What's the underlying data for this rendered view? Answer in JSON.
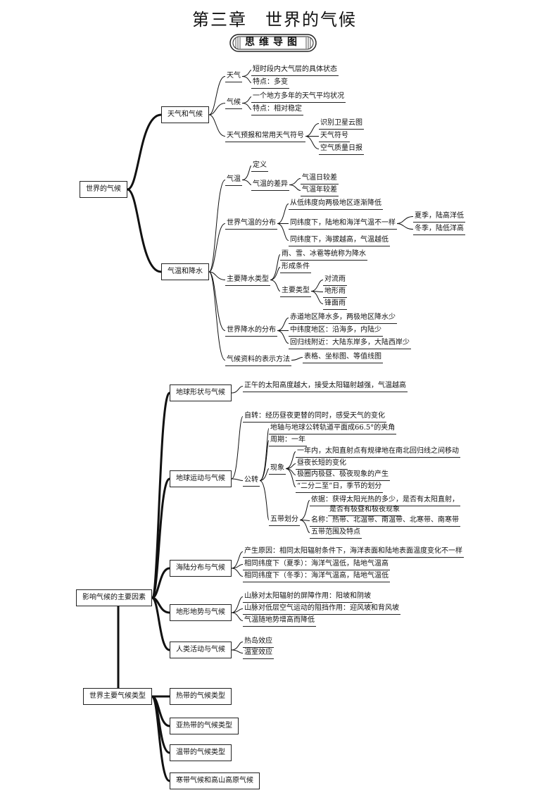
{
  "title": "第三章　世界的气候",
  "banner": "思维导图",
  "nodes": [
    {
      "id": "root1",
      "text": "世界的气候",
      "boxed": true
    },
    {
      "id": "weather_climate",
      "text": "天气和气候",
      "boxed": true
    },
    {
      "id": "weather",
      "text": "天气"
    },
    {
      "id": "weather_def",
      "text": "短时段内大气层的具体状态"
    },
    {
      "id": "weather_feat",
      "text": "特点：多变"
    },
    {
      "id": "climate",
      "text": "气候"
    },
    {
      "id": "climate_def",
      "text": "一个地方多年的天气平均状况"
    },
    {
      "id": "climate_feat",
      "text": "特点：相对稳定"
    },
    {
      "id": "forecast",
      "text": "天气预报和常用天气符号"
    },
    {
      "id": "satellite",
      "text": "识别卫星云图"
    },
    {
      "id": "symbols",
      "text": "天气符号"
    },
    {
      "id": "airquality",
      "text": "空气质量日报"
    },
    {
      "id": "temp_precip",
      "text": "气温和降水",
      "boxed": true
    },
    {
      "id": "temp",
      "text": "气温"
    },
    {
      "id": "definition",
      "text": "定义"
    },
    {
      "id": "temp_diff",
      "text": "气温的差异"
    },
    {
      "id": "daily_range",
      "text": "气温日较差"
    },
    {
      "id": "annual_range",
      "text": "气温年较差"
    },
    {
      "id": "temp_dist",
      "text": "世界气温的分布"
    },
    {
      "id": "lat_decrease",
      "text": "从低纬度向两极地区逐渐降低"
    },
    {
      "id": "same_lat_land_sea",
      "text": "同纬度下，陆地和海洋气温不一样"
    },
    {
      "id": "summer",
      "text": "夏季，陆高洋低"
    },
    {
      "id": "winter",
      "text": "冬季，陆低洋高"
    },
    {
      "id": "same_lat_alt",
      "text": "同纬度下，海拔越高，气温越低"
    },
    {
      "id": "precip_types",
      "text": "主要降水类型"
    },
    {
      "id": "precip_def",
      "text": "雨、雪、冰雹等统称为降水"
    },
    {
      "id": "formation",
      "text": "形成条件"
    },
    {
      "id": "main_types",
      "text": "主要类型"
    },
    {
      "id": "convective",
      "text": "对流雨"
    },
    {
      "id": "orographic",
      "text": "地形雨"
    },
    {
      "id": "frontal",
      "text": "锋面雨"
    },
    {
      "id": "precip_dist",
      "text": "世界降水的分布"
    },
    {
      "id": "equator_more",
      "text": "赤道地区降水多，两极地区降水少"
    },
    {
      "id": "midlat",
      "text": "中纬度地区：沿海多，内陆少"
    },
    {
      "id": "tropic",
      "text": "回归线附近：大陆东岸多，大陆西岸少"
    },
    {
      "id": "data_methods",
      "text": "气候资料的表示方法"
    },
    {
      "id": "methods_list",
      "text": "表格、坐标图、等值线图"
    },
    {
      "id": "root2",
      "text": "影响气候的主要因素",
      "boxed": true
    },
    {
      "id": "earth_shape",
      "text": "地球形状与气候",
      "boxed": true
    },
    {
      "id": "noon_sun",
      "text": "正午的太阳高度越大，接受太阳辐射越强，气温越高"
    },
    {
      "id": "earth_motion",
      "text": "地球运动与气候",
      "boxed": true
    },
    {
      "id": "rotation",
      "text": "自转：经历昼夜更替的同时，感受天气的变化"
    },
    {
      "id": "revolution",
      "text": "公转"
    },
    {
      "id": "axis_angle",
      "text": "地轴与地球公转轨道平面成66.5°的夹角"
    },
    {
      "id": "period",
      "text": "周期：一年"
    },
    {
      "id": "phenomena",
      "text": "现象"
    },
    {
      "id": "direct_sun",
      "text": "一年内，太阳直射点有规律地在南北回归线之间移动"
    },
    {
      "id": "day_length",
      "text": "昼夜长短的变化"
    },
    {
      "id": "polar_day",
      "text": "极圈内极昼、极夜现象的产生"
    },
    {
      "id": "solstice",
      "text": "“二分二至”日，季节的划分"
    },
    {
      "id": "five_zones",
      "text": "五带划分"
    },
    {
      "id": "basis1",
      "text": "依据：获得太阳光热的多少，是否有太阳直射，"
    },
    {
      "id": "basis2",
      "text": "是否有极昼和极夜现象"
    },
    {
      "id": "zone_names",
      "text": "名称：热带、北温带、南温带、北寒带、南寒带"
    },
    {
      "id": "zone_range",
      "text": "五带范围及特点"
    },
    {
      "id": "land_sea",
      "text": "海陆分布与气候",
      "boxed": true
    },
    {
      "id": "cause",
      "text": "产生原因：相同太阳辐射条件下，海洋表面和陆地表面温度变化不一样"
    },
    {
      "id": "same_lat_summer",
      "text": "相同纬度下（夏季）：海洋气温低，陆地气温高"
    },
    {
      "id": "same_lat_winter",
      "text": "相同纬度下（冬季）：海洋气温高，陆地气温低"
    },
    {
      "id": "terrain",
      "text": "地形地势与气候",
      "boxed": true
    },
    {
      "id": "mtn_barrier",
      "text": "山脉对太阳辐射的屏障作用：阳坡和阴坡"
    },
    {
      "id": "mtn_block",
      "text": "山脉对低层空气运动的阻挡作用：迎风坡和背风坡"
    },
    {
      "id": "alt_temp",
      "text": "气温随地势增高而降低"
    },
    {
      "id": "human",
      "text": "人类活动与气候",
      "boxed": true
    },
    {
      "id": "heat_island",
      "text": "热岛效应"
    },
    {
      "id": "greenhouse",
      "text": "温室效应"
    },
    {
      "id": "root3",
      "text": "世界主要气候类型",
      "boxed": true
    },
    {
      "id": "tropical",
      "text": "热带的气候类型",
      "boxed": true
    },
    {
      "id": "subtropical",
      "text": "亚热带的气候类型",
      "boxed": true
    },
    {
      "id": "temperate",
      "text": "温带的气候类型",
      "boxed": true
    },
    {
      "id": "frigid",
      "text": "寒带气候和高山高原气候",
      "boxed": true
    }
  ],
  "links": [
    [
      "root1",
      "weather_climate"
    ],
    [
      "root1",
      "temp_precip"
    ],
    [
      "weather_climate",
      "weather"
    ],
    [
      "weather_climate",
      "climate"
    ],
    [
      "weather_climate",
      "forecast"
    ],
    [
      "weather",
      "weather_def"
    ],
    [
      "weather",
      "weather_feat"
    ],
    [
      "climate",
      "climate_def"
    ],
    [
      "climate",
      "climate_feat"
    ],
    [
      "forecast",
      "satellite"
    ],
    [
      "forecast",
      "symbols"
    ],
    [
      "forecast",
      "airquality"
    ],
    [
      "temp_precip",
      "temp"
    ],
    [
      "temp_precip",
      "temp_dist"
    ],
    [
      "temp_precip",
      "precip_types"
    ],
    [
      "temp_precip",
      "precip_dist"
    ],
    [
      "temp_precip",
      "data_methods"
    ],
    [
      "temp",
      "definition"
    ],
    [
      "temp",
      "temp_diff"
    ],
    [
      "temp_diff",
      "daily_range"
    ],
    [
      "temp_diff",
      "annual_range"
    ],
    [
      "temp_dist",
      "lat_decrease"
    ],
    [
      "temp_dist",
      "same_lat_land_sea"
    ],
    [
      "temp_dist",
      "same_lat_alt"
    ],
    [
      "same_lat_land_sea",
      "summer"
    ],
    [
      "same_lat_land_sea",
      "winter"
    ],
    [
      "precip_types",
      "precip_def"
    ],
    [
      "precip_types",
      "formation"
    ],
    [
      "precip_types",
      "main_types"
    ],
    [
      "main_types",
      "convective"
    ],
    [
      "main_types",
      "orographic"
    ],
    [
      "main_types",
      "frontal"
    ],
    [
      "precip_dist",
      "equator_more"
    ],
    [
      "precip_dist",
      "midlat"
    ],
    [
      "precip_dist",
      "tropic"
    ],
    [
      "data_methods",
      "methods_list"
    ],
    [
      "root2",
      "earth_shape"
    ],
    [
      "root2",
      "earth_motion"
    ],
    [
      "root2",
      "land_sea"
    ],
    [
      "root2",
      "terrain"
    ],
    [
      "root2",
      "human"
    ],
    [
      "root2",
      "root3"
    ],
    [
      "earth_shape",
      "noon_sun"
    ],
    [
      "earth_motion",
      "rotation"
    ],
    [
      "earth_motion",
      "revolution"
    ],
    [
      "revolution",
      "axis_angle"
    ],
    [
      "revolution",
      "period"
    ],
    [
      "revolution",
      "phenomena"
    ],
    [
      "revolution",
      "five_zones"
    ],
    [
      "phenomena",
      "direct_sun"
    ],
    [
      "phenomena",
      "day_length"
    ],
    [
      "phenomena",
      "polar_day"
    ],
    [
      "phenomena",
      "solstice"
    ],
    [
      "five_zones",
      "basis1"
    ],
    [
      "five_zones",
      "zone_names"
    ],
    [
      "five_zones",
      "zone_range"
    ],
    [
      "land_sea",
      "cause"
    ],
    [
      "land_sea",
      "same_lat_summer"
    ],
    [
      "land_sea",
      "same_lat_winter"
    ],
    [
      "terrain",
      "mtn_barrier"
    ],
    [
      "terrain",
      "mtn_block"
    ],
    [
      "terrain",
      "alt_temp"
    ],
    [
      "human",
      "heat_island"
    ],
    [
      "human",
      "greenhouse"
    ],
    [
      "root3",
      "tropical"
    ],
    [
      "root3",
      "subtropical"
    ],
    [
      "root3",
      "temperate"
    ],
    [
      "root3",
      "frigid"
    ]
  ]
}
